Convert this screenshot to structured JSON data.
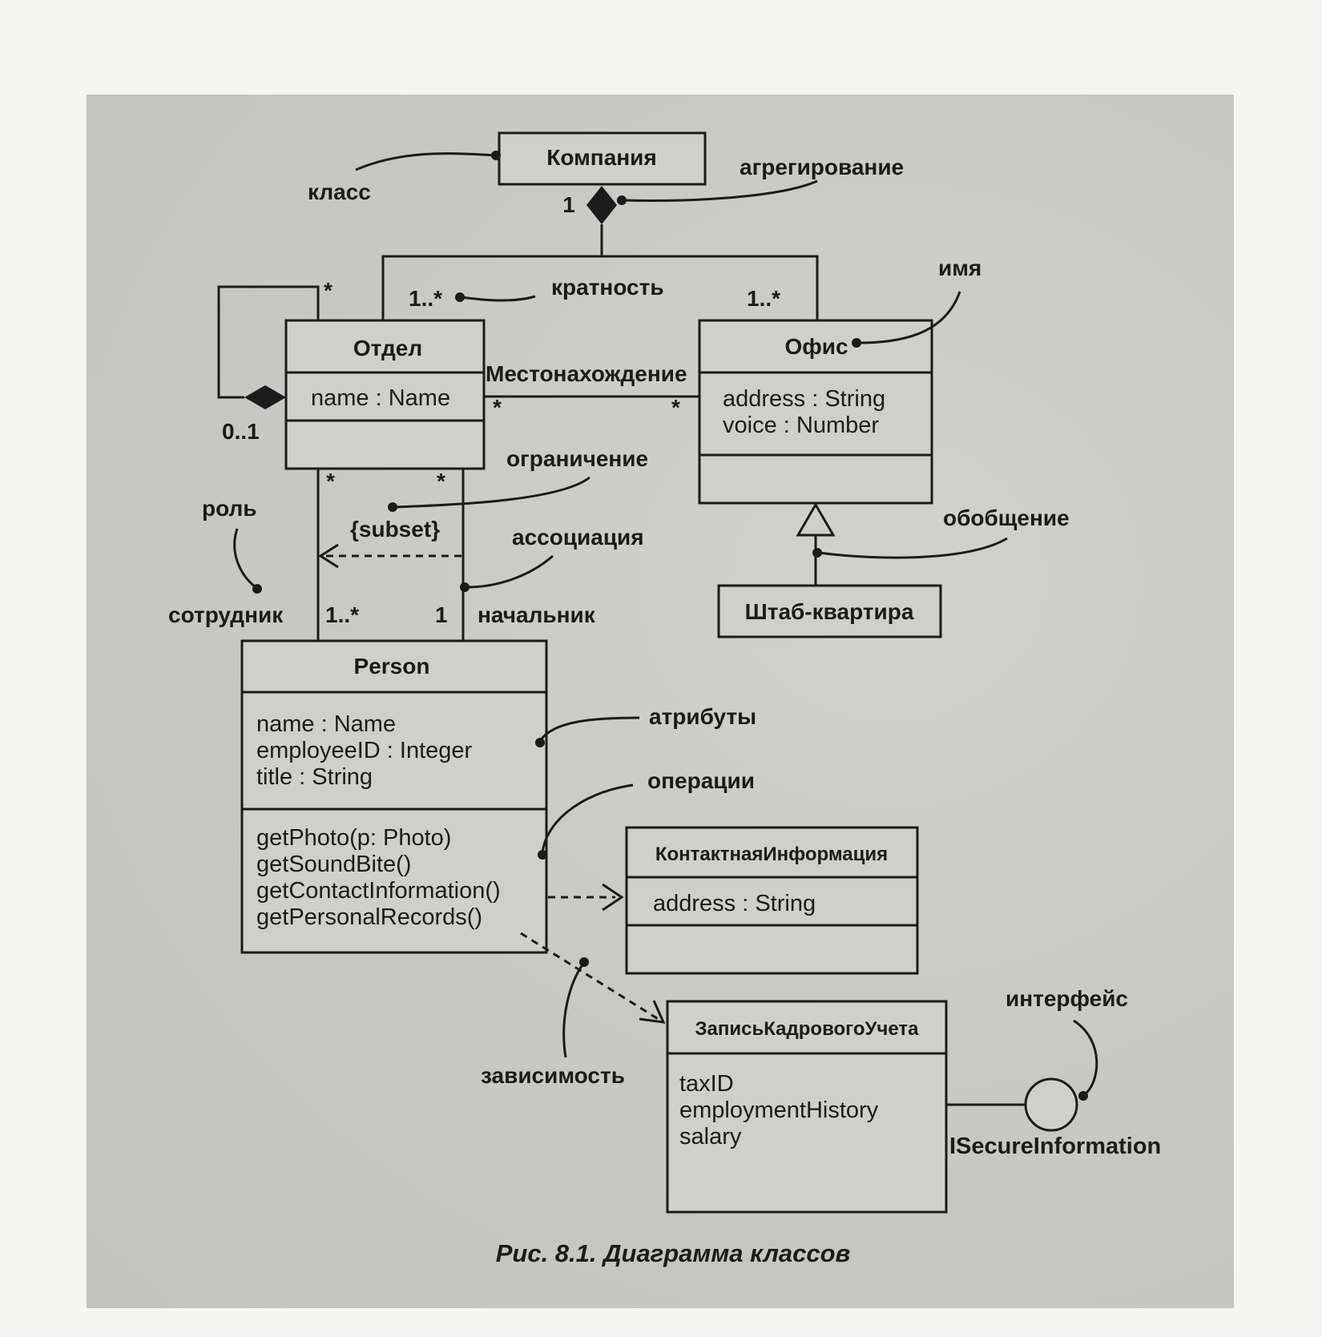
{
  "classes": {
    "company": {
      "name": "Компания"
    },
    "department": {
      "name": "Отдел",
      "attributes": [
        "name : Name"
      ]
    },
    "office": {
      "name": "Офис",
      "attributes": [
        "address : String",
        "voice : Number"
      ]
    },
    "headquarters": {
      "name": "Штаб-квартира"
    },
    "person": {
      "name": "Person",
      "attributes": [
        "name : Name",
        "employeeID : Integer",
        "title : String"
      ],
      "operations": [
        "getPhoto(p: Photo)",
        "getSoundBite()",
        "getContactInformation()",
        "getPersonalRecords()"
      ]
    },
    "contact_info": {
      "name": "КонтактнаяИнформация",
      "attributes": [
        "address : String"
      ]
    },
    "personnel_record": {
      "name": "ЗаписьКадровогоУчета",
      "attributes": [
        "taxID",
        "employmentHistory",
        "salary"
      ]
    }
  },
  "interface": {
    "name": "ISecureInformation"
  },
  "association_labels": {
    "location": "Местонахождение",
    "subset": "{subset}",
    "employee_role": "сотрудник",
    "manager_role": "начальник"
  },
  "multiplicities": {
    "company_side": "1",
    "dept_from_company": "1..*",
    "office_from_company": "1..*",
    "dept_self_star": "*",
    "dept_self_zero_one": "0..1",
    "location_dept_star": "*",
    "location_office_star": "*",
    "dept_person_star_left": "*",
    "dept_person_star_right": "*",
    "person_employee": "1..*",
    "person_manager": "1"
  },
  "notes": {
    "class": "класс",
    "aggregation": "агрегирование",
    "multiplicity": "кратность",
    "name": "имя",
    "constraint": "ограничение",
    "role": "роль",
    "association": "ассоциация",
    "generalization": "обобщение",
    "attributes": "атрибуты",
    "operations": "операции",
    "dependency": "зависимость",
    "interface": "интерфейс"
  },
  "caption": "Рис. 8.1. Диаграмма классов"
}
